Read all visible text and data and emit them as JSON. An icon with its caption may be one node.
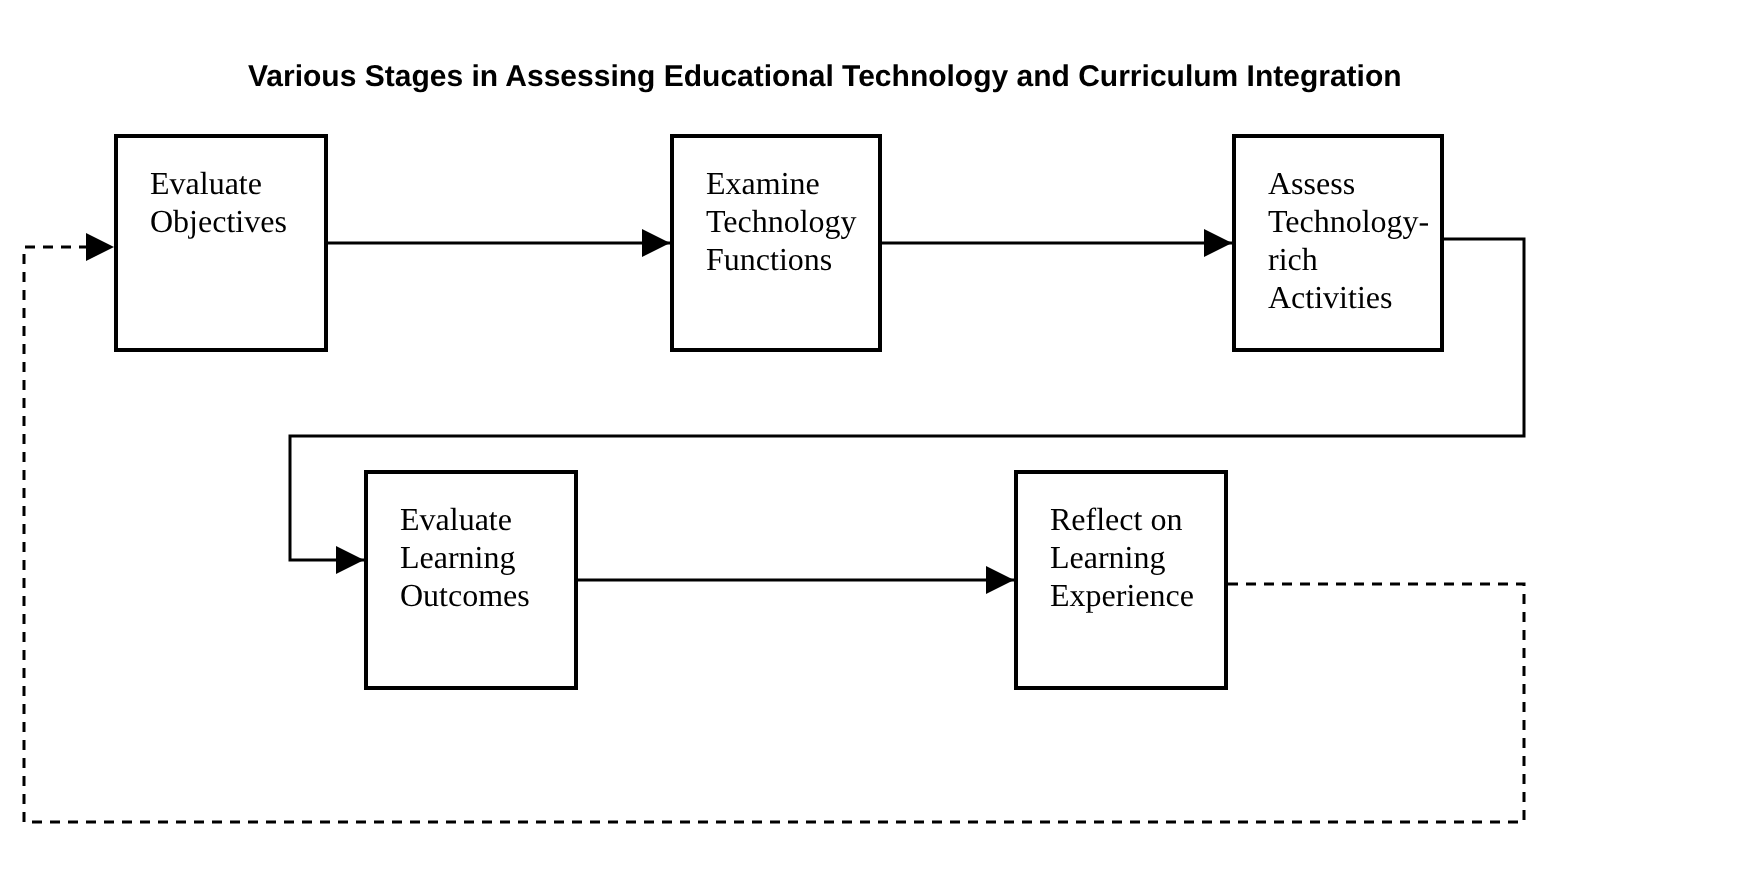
{
  "diagram": {
    "title": "Various Stages in Assessing Educational Technology and Curriculum Integration",
    "nodes": [
      {
        "text": [
          "Evaluate Objectives"
        ]
      },
      {
        "text": [
          "Examine Technology Functions"
        ]
      },
      {
        "text": [
          "Assess Technology-rich Activities"
        ]
      },
      {
        "text": [
          "Evaluate Learning Outcomes"
        ]
      },
      {
        "text": [
          "Reflect on Learning Experience"
        ]
      }
    ],
    "edges": [
      {
        "from": 0,
        "to": 1,
        "arrow": "to"
      },
      {
        "from": 1,
        "to": 2,
        "arrow": "to"
      },
      {
        "from": 2,
        "to": 3,
        "arrow": "to"
      },
      {
        "from": 3,
        "to": 4,
        "arrow": "to"
      },
      {
        "from": 4,
        "to": 0,
        "arrow": "to",
        "style": "dashed"
      }
    ]
  }
}
